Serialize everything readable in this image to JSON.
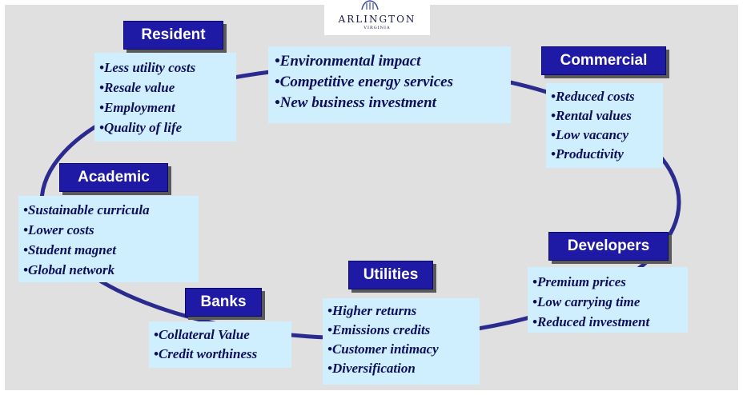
{
  "logo": {
    "name": "ARLINGTON",
    "sub": "VIRGINIA"
  },
  "center": {
    "items": [
      "•Environmental impact",
      "•Competitive energy services",
      "•New business investment"
    ]
  },
  "resident": {
    "title": "Resident",
    "items": [
      "•Less utility costs",
      "•Resale value",
      "•Employment",
      "•Quality of life"
    ]
  },
  "commercial": {
    "title": "Commercial",
    "items": [
      "•Reduced costs",
      "•Rental values",
      "•Low vacancy",
      "•Productivity"
    ]
  },
  "academic": {
    "title": "Academic",
    "items": [
      "•Sustainable curricula",
      "•Lower costs",
      "•Student magnet",
      "•Global network"
    ]
  },
  "developers": {
    "title": "Developers",
    "items": [
      "•Premium prices",
      "•Low carrying time",
      "•Reduced investment"
    ]
  },
  "utilities": {
    "title": "Utilities",
    "items": [
      "•Higher returns",
      "•Emissions credits",
      "•Customer intimacy",
      "•Diversification"
    ]
  },
  "banks": {
    "title": "Banks",
    "items": [
      "•Collateral Value",
      "•Credit worthiness"
    ]
  },
  "colors": {
    "background": "#e0e0e0",
    "header_fill": "#1f1aa6",
    "box_fill": "#cfeefe",
    "text": "#0d0f5a",
    "ring": "#2b2a8f"
  }
}
